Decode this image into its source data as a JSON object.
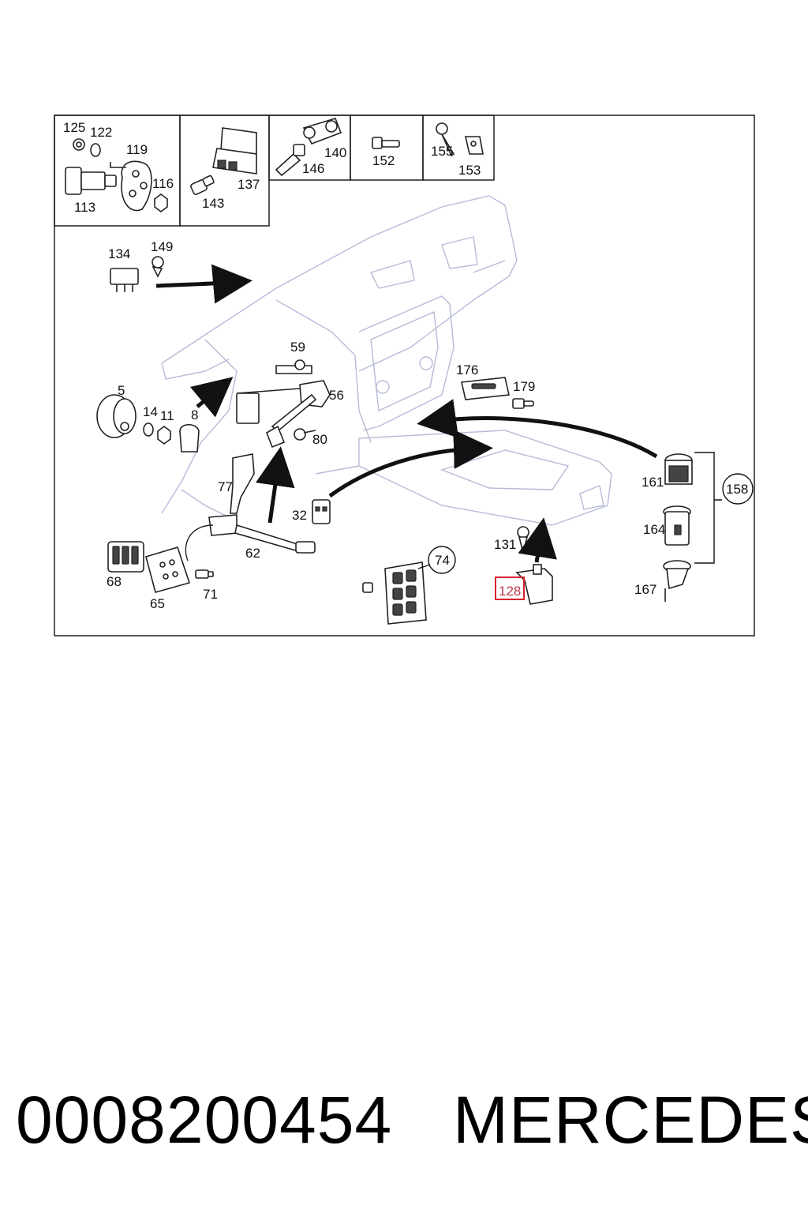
{
  "diagram": {
    "callouts": [
      "125",
      "122",
      "119",
      "116",
      "113",
      "137",
      "143",
      "140",
      "146",
      "152",
      "155",
      "153",
      "134",
      "149",
      "59",
      "56",
      "80",
      "5",
      "14",
      "11",
      "8",
      "77",
      "62",
      "32",
      "68",
      "65",
      "71",
      "74",
      "176",
      "179",
      "158",
      "161",
      "164",
      "167",
      "131",
      "128"
    ],
    "highlighted_callout": "128",
    "highlight_color": "#d9232e"
  },
  "footer": {
    "part_number": "0008200454",
    "brand": "MERCEDES"
  }
}
